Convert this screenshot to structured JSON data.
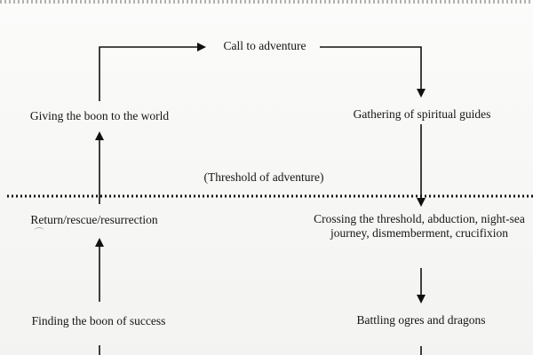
{
  "nodes": {
    "call": "Call to adventure",
    "guides": "Gathering of spiritual guides",
    "boon_world": "Giving the boon to the world",
    "threshold_label": "(Threshold of adventure)",
    "return": "Return/rescue/resurrection",
    "crossing": "Crossing the threshold, abduction, night-sea journey, dismemberment, crucifixion",
    "finding": "Finding the boon of success",
    "battling": "Battling ogres and dragons"
  }
}
